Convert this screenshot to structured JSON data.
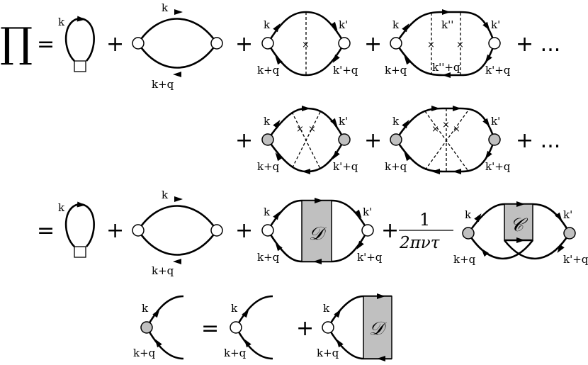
{
  "figure": {
    "lhs_symbol": "∏",
    "equals": "=",
    "plus": "+",
    "ellipsis": "+ ...",
    "colors": {
      "shaded_vertex": "#c0c0c0",
      "ladder_box": "#c0c0c0",
      "line": "#000000"
    },
    "row1": {
      "tadpole": {
        "label_k": "k"
      },
      "bubble": {
        "label_top": "k",
        "label_bottom": "k+q"
      },
      "one_impurity": {
        "labels": [
          "k",
          "k'",
          "k+q",
          "k'+q"
        ]
      },
      "two_impurity": {
        "labels": [
          "k",
          "k''",
          "k'",
          "k+q",
          "k''+q",
          "k'+q"
        ]
      }
    },
    "row2": {
      "crossed_two": {
        "labels": [
          "k",
          "k'",
          "k+q",
          "k'+q"
        ]
      },
      "crossed_three": {
        "labels": [
          "k",
          "k'",
          "k+q",
          "k'+q"
        ]
      }
    },
    "row3": {
      "tadpole": {
        "label_k": "k"
      },
      "bubble": {
        "label_top": "k",
        "label_bottom": "k+q"
      },
      "diffuson": {
        "box_label": "𝒟",
        "labels": [
          "k",
          "k'",
          "k+q",
          "k'+q"
        ]
      },
      "prefactor": {
        "numerator": "1",
        "denominator": "2πντ"
      },
      "cooperon": {
        "box_label": "𝒞",
        "labels": [
          "k",
          "k'",
          "k+q",
          "k'+q"
        ]
      }
    },
    "row4": {
      "dressed_vertex": {
        "labels": [
          "k",
          "k+q"
        ]
      },
      "bare_vertex": {
        "labels": [
          "k",
          "k+q"
        ]
      },
      "vertex_with_diffuson": {
        "box_label": "𝒟",
        "labels": [
          "k",
          "k+q"
        ]
      }
    }
  }
}
